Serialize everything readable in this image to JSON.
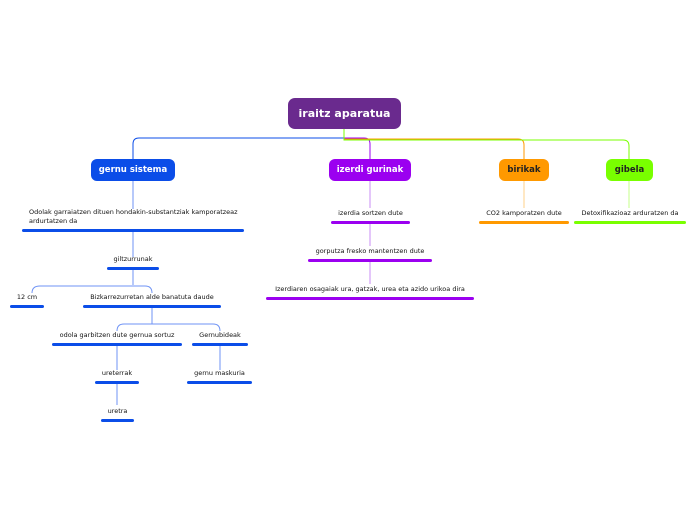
{
  "root": {
    "label": "iraitz aparatua",
    "color": "#6a2a8e"
  },
  "branches": {
    "gernu": {
      "label": "gernu sistema",
      "color": "#0b4de8",
      "items": {
        "desc": "Odolak garraiatzen dituen hondakin-substantziak kamporatzeaz ardurtatzen da",
        "giltzurrunak": "giltzurrunak",
        "size": "12 cm",
        "bizkar": "Bizkarrezurretan alde banatuta daude",
        "odola": "odola garbitzen dute gernua sortuz",
        "gernubideak": "Gernubideak",
        "ureterrak": "ureterrak",
        "maskuria": "gernu maskuria",
        "uretra": "uretra"
      }
    },
    "izerdi": {
      "label": "izerdi gurinak",
      "color": "#9b00f0",
      "items": {
        "sortzen": "izerdia sortzen dute",
        "gorputza": "gorputza fresko mantentzen dute",
        "osagaiak": "Izerdiaren osagaiak ura, gatzak, urea eta azido urikoa dira"
      }
    },
    "birikak": {
      "label": "birikak",
      "color": "#ff9900",
      "items": {
        "co2": "CO2 kamporatzen dute"
      }
    },
    "gibela": {
      "label": "gibela",
      "color": "#79ff00",
      "items": {
        "detox": "Detoxifikazioaz arduratzen da"
      }
    }
  }
}
